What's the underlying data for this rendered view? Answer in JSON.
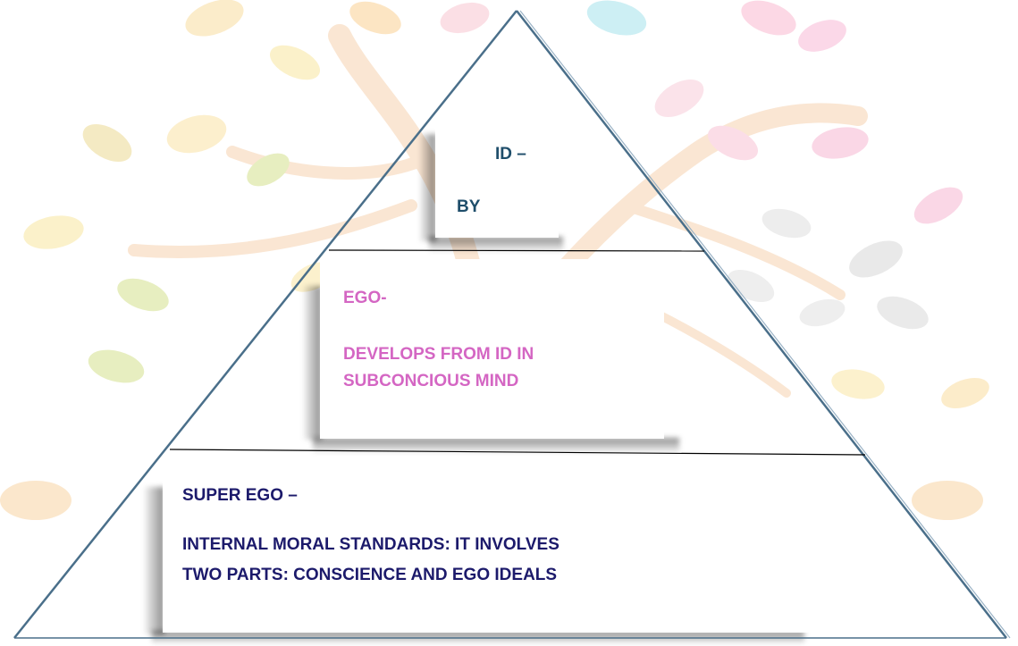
{
  "colors": {
    "id_text": "#1f4e6b",
    "ego_text": "#d466c3",
    "superego_text": "#1c1a6b",
    "outline": "#4a6f8a",
    "divider": "#000000"
  },
  "pyramid": {
    "id": {
      "title": "ID –",
      "line2": "BY"
    },
    "ego": {
      "title": "EGO-",
      "line2": "DEVELOPS FROM ID IN",
      "line3": "SUBCONCIOUS MIND"
    },
    "superego": {
      "title": "SUPER EGO –",
      "line2": "INTERNAL MORAL STANDARDS: IT INVOLVES",
      "line3": "TWO PARTS: CONSCIENCE AND EGO IDEALS"
    }
  }
}
